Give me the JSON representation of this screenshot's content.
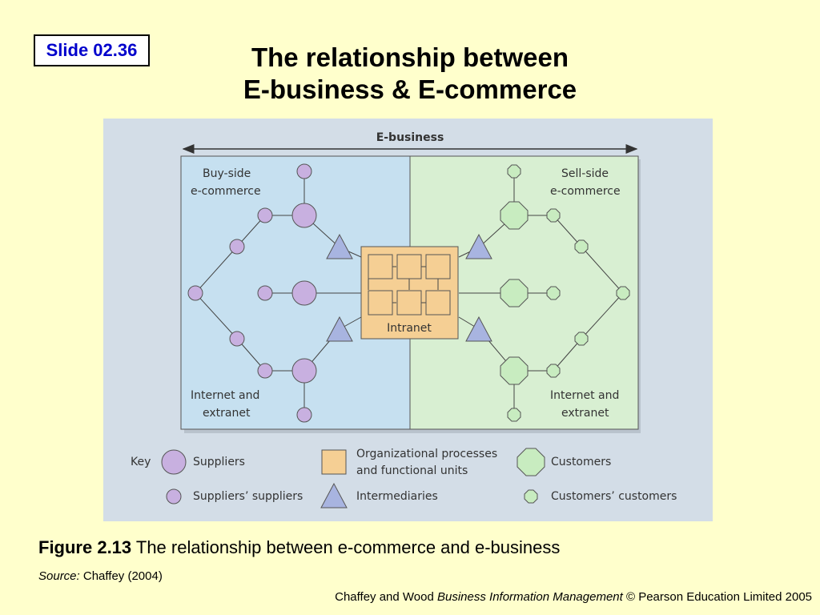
{
  "slide": {
    "label": "Slide 02.36"
  },
  "title": {
    "line1": "The relationship between",
    "line2": "E-business & E-commerce"
  },
  "diagram": {
    "ebusiness_label": "E-business",
    "buy_side": {
      "line1": "Buy-side",
      "line2": "e-commerce"
    },
    "sell_side": {
      "line1": "Sell-side",
      "line2": "e-commerce"
    },
    "intranet_label": "Intranet",
    "internet_left": {
      "line1": "Internet and",
      "line2": "extranet"
    },
    "internet_right": {
      "line1": "Internet and",
      "line2": "extranet"
    },
    "colors": {
      "buy_side_bg": "#c6e0f0",
      "sell_side_bg": "#d8efd2",
      "supplier": "#c8b0e0",
      "customer": "#c8ecc0",
      "intermediary": "#a8b4e0",
      "intranet": "#f5cf94"
    }
  },
  "key": {
    "title": "Key",
    "suppliers": "Suppliers",
    "suppliers_suppliers": "Suppliers’ suppliers",
    "org_line1": "Organizational processes",
    "org_line2": "and functional units",
    "intermediaries": "Intermediaries",
    "customers": "Customers",
    "customers_customers": "Customers’ customers"
  },
  "caption": {
    "figure": "Figure 2.13",
    "text": "The relationship between e-commerce and e-business"
  },
  "source": {
    "label": "Source:",
    "text": "Chaffey (2004)"
  },
  "footer": {
    "prefix": "Chaffey and Wood",
    "book": "Business Information Management",
    "suffix": "© Pearson Education Limited 2005"
  }
}
